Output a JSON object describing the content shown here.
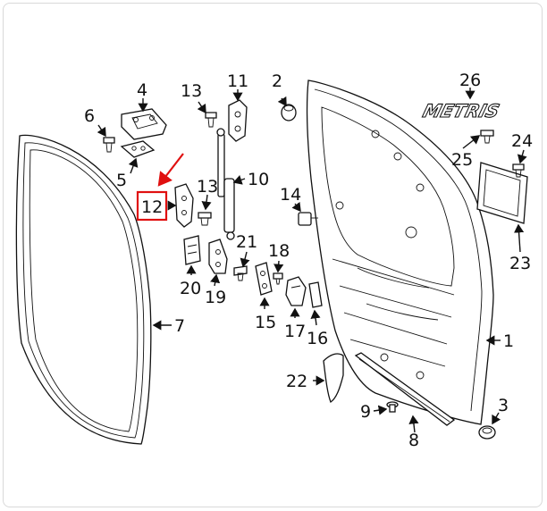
{
  "brand_text": "METRIS",
  "highlighted_part": "12",
  "highlight_color": "#e01010",
  "callouts": {
    "p1": "1",
    "p2": "2",
    "p3": "3",
    "p4": "4",
    "p5": "5",
    "p6": "6",
    "p7": "7",
    "p8": "8",
    "p9": "9",
    "p10": "10",
    "p11": "11",
    "p12": "12",
    "p13a": "13",
    "p13b": "13",
    "p14": "14",
    "p15": "15",
    "p16": "16",
    "p17": "17",
    "p18": "18",
    "p19": "19",
    "p20": "20",
    "p21": "21",
    "p22": "22",
    "p23": "23",
    "p24": "24",
    "p25": "25",
    "p26": "26"
  }
}
